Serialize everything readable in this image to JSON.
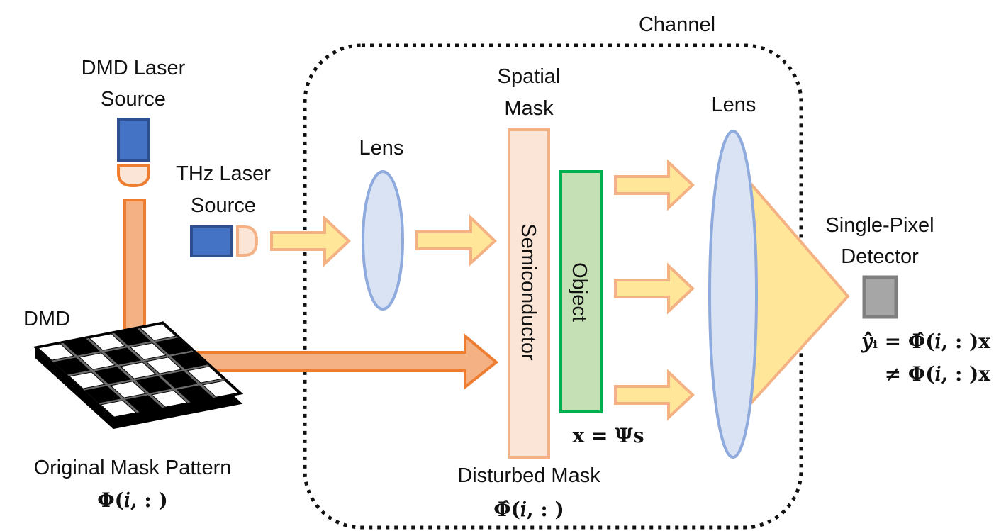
{
  "labels": {
    "channel": "Channel",
    "dmd_laser_source_line1": "DMD Laser",
    "dmd_laser_source_line2": "Source",
    "thz_laser_source_line1": "THz Laser",
    "thz_laser_source_line2": "Source",
    "dmd": "DMD",
    "lens_left": "Lens",
    "lens_right": "Lens",
    "spatial_mask_line1": "Spatial",
    "spatial_mask_line2": "Mask",
    "semiconductor": "Semiconductor",
    "object": "Object",
    "single_pixel_line1": "Single-Pixel",
    "single_pixel_line2": "Detector",
    "original_mask_pattern": "Original Mask Pattern",
    "disturbed_mask": "Disturbed Mask"
  },
  "math": {
    "phi_original": "𝚽(𝑖, : )",
    "phi_disturbed": "𝚽̂(𝑖, : )",
    "x_equation": "𝐱 = 𝚿𝐬",
    "y_hat_line1": "𝑦̂ᵢ = 𝚽̂(𝑖, : )𝐱",
    "y_hat_line2": "≠ 𝚽(𝑖, : )𝐱"
  },
  "dmd_grid": [
    [
      0,
      1,
      0,
      1,
      0
    ],
    [
      1,
      0,
      1,
      0,
      1
    ],
    [
      0,
      1,
      0,
      0,
      1
    ],
    [
      1,
      0,
      1,
      1,
      0
    ],
    [
      0,
      1,
      0,
      1,
      0
    ]
  ],
  "colors": {
    "laser_blue": "#4472c4",
    "laser_blue_border": "#2f4f8f",
    "orange_beam": "#f4b183",
    "orange_border": "#ed7d31",
    "yellow_arrow": "#ffe699",
    "yellow_arrow_border": "#f4b183",
    "lens_fill": "#dae3f3",
    "lens_border": "#8faadc",
    "semiconductor_fill": "#fbe5d6",
    "object_fill": "#c5e0b4",
    "object_border": "#00b050",
    "detector_fill": "#a6a6a6",
    "detector_border": "#7f7f7f",
    "cone_fill": "#ffe699"
  }
}
